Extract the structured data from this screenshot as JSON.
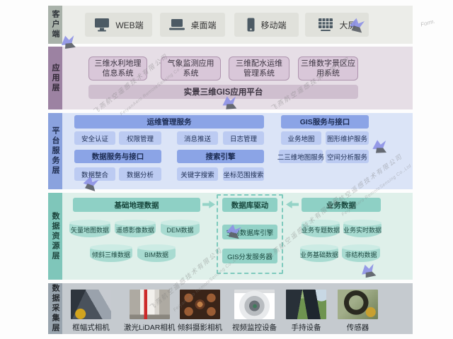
{
  "watermark": {
    "company": "飞燕航空遥感技术有限公司",
    "script": "FeiyanAero RemoteSensing Co.,Ltd",
    "corner_note": "Form."
  },
  "palette": {
    "client": "#a9b2aa",
    "application": "#9c82a2",
    "platform": "#8aa2de",
    "resource": "#7fc6ba",
    "collection": "#99a4ae"
  },
  "client_layer": {
    "label": "客户端",
    "items": [
      {
        "icon": "desktop-icon",
        "label": "WEB端"
      },
      {
        "icon": "laptop-icon",
        "label": "桌面端"
      },
      {
        "icon": "mobile-icon",
        "label": "移动端"
      },
      {
        "icon": "big-screen-icon",
        "label": "大屏"
      }
    ]
  },
  "application_layer": {
    "label": "应用层",
    "systems": [
      "三维水利地理\n信息系统",
      "气象监测应用\n系统",
      "三维配水运维\n管理系统",
      "三维数字景区应\n用系统"
    ],
    "platform_bar": "实景三维GIS应用平台"
  },
  "platform_layer": {
    "label": "平台服务层",
    "ops": {
      "header": "运维管理服务",
      "items": [
        "安全认证",
        "权限管理",
        "消息推送",
        "日志管理"
      ]
    },
    "gis": {
      "header": "GIS服务与接口",
      "items": [
        "业务地图",
        "图形维护服务",
        "二三维地图服务",
        "空间分析服务"
      ]
    },
    "data_service": {
      "header": "数据服务与接口",
      "items": [
        "数据整合",
        "数据分析"
      ]
    },
    "search": {
      "header": "搜索引擎",
      "items": [
        "关键字搜索",
        "坐标范围搜索"
      ]
    }
  },
  "resource_layer": {
    "label": "数据资源层",
    "base_geo": {
      "header": "基础地理数据",
      "row1": [
        "矢量地图数据",
        "遥感影像数据",
        "DEM数据"
      ],
      "row2": [
        "倾斜三维数据",
        "BIM数据"
      ]
    },
    "db_driver": {
      "header": "数据库驱动",
      "items": [
        "空间数据库引擎",
        "GIS分发服务器"
      ]
    },
    "business": {
      "header": "业务数据",
      "row1": [
        "业务专题数据",
        "业务实时数据"
      ],
      "row2": [
        "业务基础数据",
        "非结构数据"
      ]
    },
    "flows": [
      {
        "from": "基础地理数据",
        "to": "数据库驱动",
        "direction": "right"
      },
      {
        "from": "业务数据",
        "to": "数据库驱动",
        "direction": "left"
      }
    ]
  },
  "collection_layer": {
    "label": "数据采集层",
    "devices": [
      {
        "label": "框幅式相机",
        "image": "frame-camera-photo"
      },
      {
        "label": "激光LiDAR相机",
        "image": "lidar-camera-photo"
      },
      {
        "label": "倾斜摄影相机",
        "image": "oblique-camera-photo"
      },
      {
        "label": "视频监控设备",
        "image": "video-surveillance-photo"
      },
      {
        "label": "手持设备",
        "image": "handheld-device-photo"
      },
      {
        "label": "传感器",
        "image": "sensor-cable-photo"
      }
    ]
  }
}
